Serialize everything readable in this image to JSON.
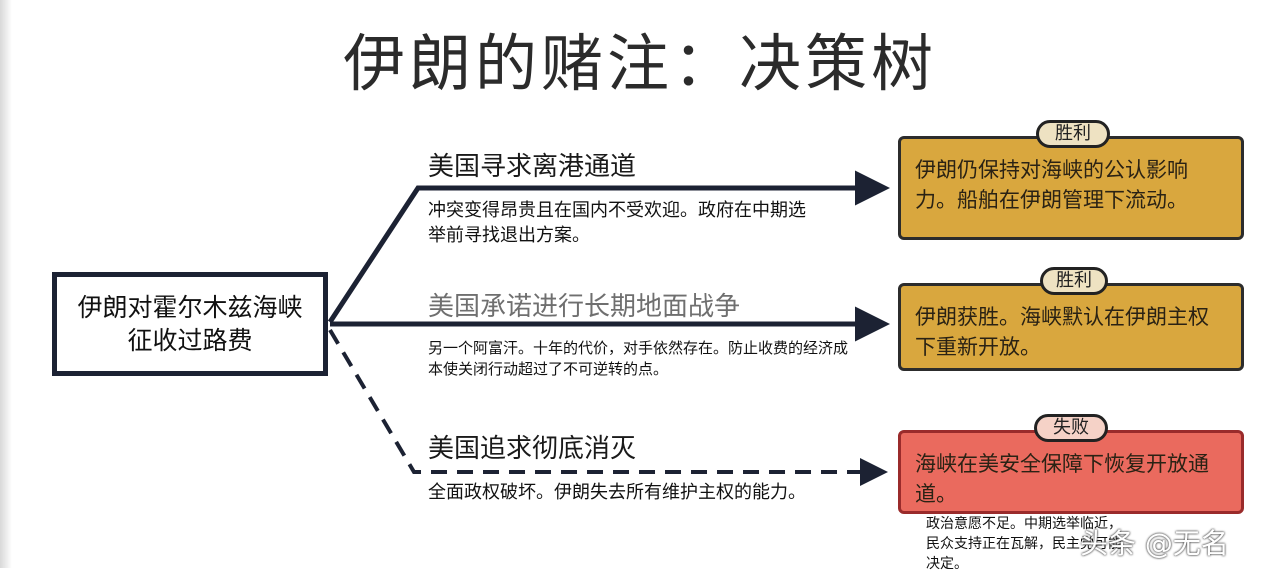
{
  "title": "伊朗的赌注：决策树",
  "root": {
    "label": "伊朗对霍尔木兹海峡征收过路费"
  },
  "branches": [
    {
      "title": "美国寻求离港通道",
      "description": "冲突变得昂贵且在国内不受欢迎。政府在中期选举前寻找退出方案。",
      "outcome": {
        "badge": "胜利",
        "text": "伊朗仍保持对海峡的公认影响力。船舶在伊朗管理下流动。"
      }
    },
    {
      "title": "美国承诺进行长期地面战争",
      "description": "另一个阿富汗。十年的代价，对手依然存在。防止收费的经济成本使关闭行动超过了不可逆转的点。",
      "outcome": {
        "badge": "胜利",
        "text": "伊朗获胜。海峡默认在伊朗主权下重新开放。"
      }
    },
    {
      "title": "美国追求彻底消灭",
      "description": "全面政权破坏。伊朗失去所有维护主权的能力。",
      "outcome": {
        "badge": "失败",
        "text": "海峡在美安全保障下恢复开放通道。"
      }
    }
  ],
  "footnote": "政治意愿不足。中期选举临近，民众支持正在瓦解，民主党可能决定。",
  "watermark": "头条 @无名",
  "colors": {
    "line": "#1c2233",
    "win_box": "#d9a73e",
    "lose_box": "#ea6a5e",
    "badge_win": "#eee2c2",
    "badge_lose": "#f5d2c7"
  }
}
